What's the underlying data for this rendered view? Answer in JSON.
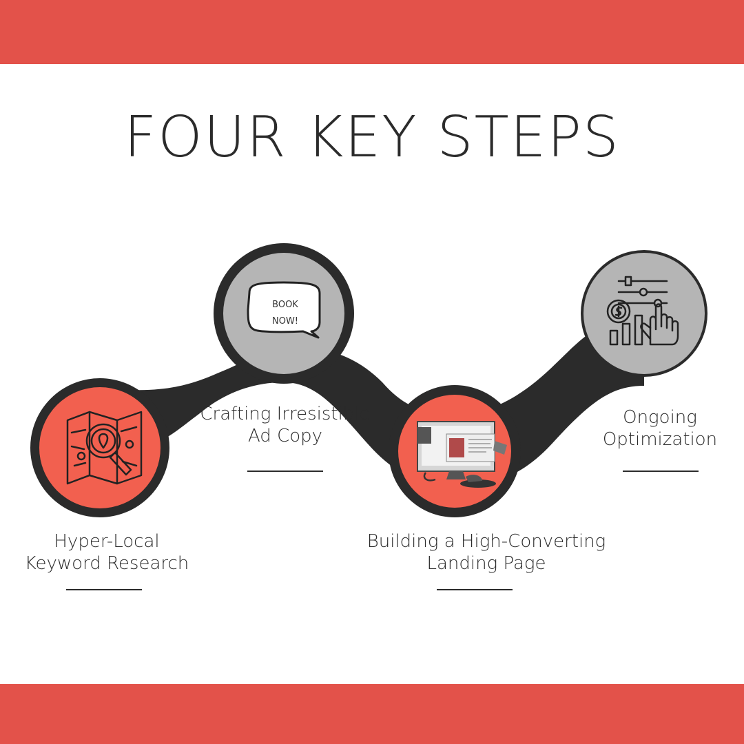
{
  "title": "FOUR KEY STEPS",
  "colors": {
    "band": "#E3524A",
    "track": "#2B2B2B",
    "circle_red": "#F2604F",
    "circle_gray": "#B5B5B5",
    "icon_stroke": "#222222",
    "text": "#2B2B2B"
  },
  "steps": [
    {
      "icon": "map-search-icon",
      "lines": [
        "Hyper-Local",
        "Keyword Research"
      ]
    },
    {
      "icon": "speech-bubble-icon",
      "bubble": [
        "BOOK",
        "NOW!"
      ],
      "lines": [
        "Crafting Irresistible",
        "Ad Copy"
      ]
    },
    {
      "icon": "computer-monitor-icon",
      "lines": [
        "Building a High-Converting",
        "Landing Page"
      ]
    },
    {
      "icon": "optimization-sliders-icon",
      "lines": [
        "Ongoing",
        "Optimization"
      ]
    }
  ]
}
